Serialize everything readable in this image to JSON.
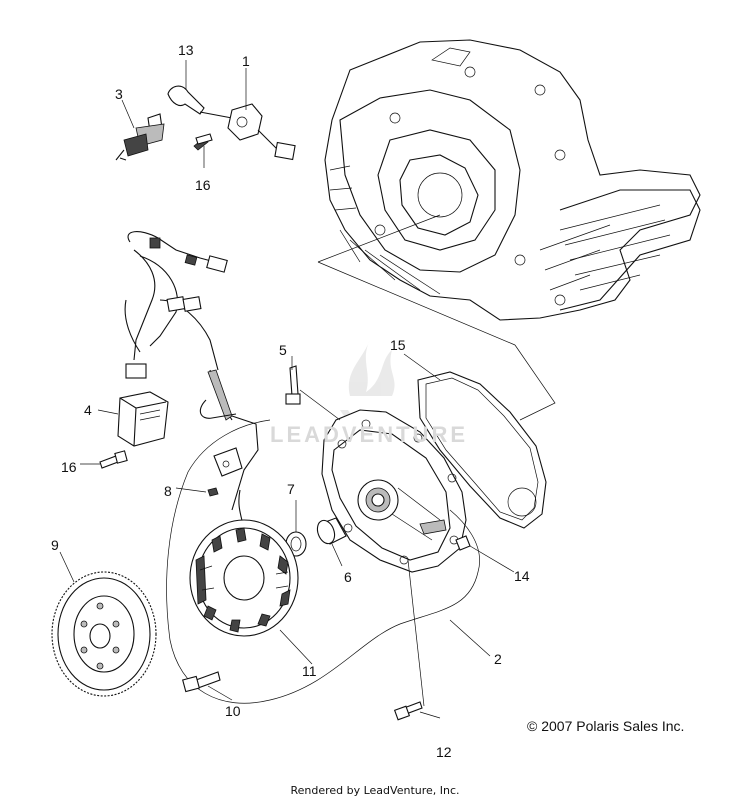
{
  "diagram": {
    "callouts": [
      "1",
      "2",
      "3",
      "4",
      "5",
      "6",
      "7",
      "8",
      "9",
      "10",
      "11",
      "12",
      "13",
      "14",
      "15",
      "16",
      "16"
    ],
    "watermark": "LEADVENTURE",
    "copyright": "© 2007 Polaris Sales Inc.",
    "footer": "Rendered by LeadVenture, Inc."
  }
}
